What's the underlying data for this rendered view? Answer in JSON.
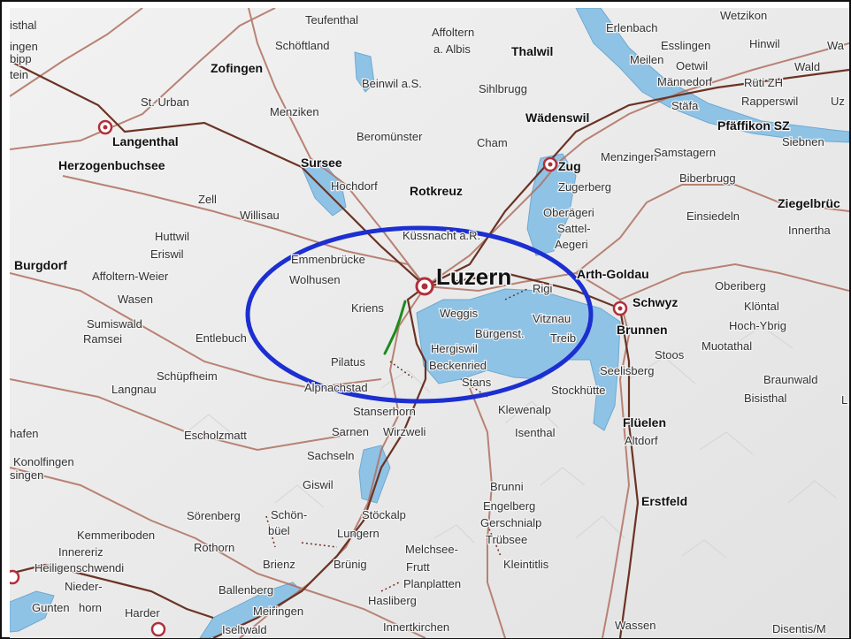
{
  "colors": {
    "terrain": "#ececec",
    "water": "#8fc3e6",
    "road": "#b07060",
    "rail": "#6b3324",
    "ellipse": "#1c2fd0",
    "route": "#1e8a1e"
  },
  "places": [
    {
      "id": "isthal",
      "name": "isthal",
      "bold": false
    },
    {
      "id": "ingen",
      "name": "ingen",
      "bold": false
    },
    {
      "id": "bipp",
      "name": "bipp",
      "bold": false
    },
    {
      "id": "tein",
      "name": "tein",
      "bold": false
    },
    {
      "id": "teufenthal",
      "name": "Teufenthal",
      "bold": false
    },
    {
      "id": "schoftland",
      "name": "Schöftland",
      "bold": false
    },
    {
      "id": "zofingen",
      "name": "Zofingen",
      "bold": true
    },
    {
      "id": "affoltern-albis",
      "name": "Affoltern",
      "bold": false
    },
    {
      "id": "affoltern-albis-2",
      "name": "a. Albis",
      "bold": false
    },
    {
      "id": "thalwil",
      "name": "Thalwil",
      "bold": true
    },
    {
      "id": "erlenbach",
      "name": "Erlenbach",
      "bold": false
    },
    {
      "id": "wetzikon",
      "name": "Wetzikon",
      "bold": false
    },
    {
      "id": "esslingen",
      "name": "Esslingen",
      "bold": false
    },
    {
      "id": "hinwil",
      "name": "Hinwil",
      "bold": false
    },
    {
      "id": "wa",
      "name": "Wa",
      "bold": false
    },
    {
      "id": "meilen",
      "name": "Meilen",
      "bold": false
    },
    {
      "id": "oetwil",
      "name": "Oetwil",
      "bold": false
    },
    {
      "id": "wald",
      "name": "Wald",
      "bold": false
    },
    {
      "id": "mannedorf",
      "name": "Männedorf",
      "bold": false
    },
    {
      "id": "ruti",
      "name": "Rüti ZH",
      "bold": false
    },
    {
      "id": "stafa",
      "name": "Stäfa",
      "bold": false
    },
    {
      "id": "rapperswil",
      "name": "Rapperswil",
      "bold": false
    },
    {
      "id": "uz",
      "name": "Uz",
      "bold": false
    },
    {
      "id": "pfaffikon",
      "name": "Pfäffikon SZ",
      "bold": true
    },
    {
      "id": "siebnen",
      "name": "Siebnen",
      "bold": false
    },
    {
      "id": "st-urban",
      "name": "St. Urban",
      "bold": false
    },
    {
      "id": "menziken",
      "name": "Menziken",
      "bold": false
    },
    {
      "id": "beinwil",
      "name": "Beinwil a.S.",
      "bold": false
    },
    {
      "id": "sihlbrugg",
      "name": "Sihlbrugg",
      "bold": false
    },
    {
      "id": "wadenswil",
      "name": "Wädenswil",
      "bold": true
    },
    {
      "id": "langenthal",
      "name": "Langenthal",
      "bold": true
    },
    {
      "id": "beromunster",
      "name": "Beromünster",
      "bold": false
    },
    {
      "id": "cham",
      "name": "Cham",
      "bold": false
    },
    {
      "id": "zug",
      "name": "Zug",
      "bold": true
    },
    {
      "id": "menzingen",
      "name": "Menzingen",
      "bold": false
    },
    {
      "id": "samstagern",
      "name": "Samstagern",
      "bold": false
    },
    {
      "id": "herzogenbuchsee",
      "name": "Herzogenbuchsee",
      "bold": true
    },
    {
      "id": "sursee",
      "name": "Sursee",
      "bold": true
    },
    {
      "id": "zugerberg",
      "name": "Zugerberg",
      "bold": false
    },
    {
      "id": "biberbrugg",
      "name": "Biberbrugg",
      "bold": false
    },
    {
      "id": "hochdorf",
      "name": "Hochdorf",
      "bold": false
    },
    {
      "id": "rotkreuz",
      "name": "Rotkreuz",
      "bold": true
    },
    {
      "id": "ziegelbruck",
      "name": "Ziegelbrüc",
      "bold": true
    },
    {
      "id": "zell",
      "name": "Zell",
      "bold": false
    },
    {
      "id": "oberageri",
      "name": "Oberägeri",
      "bold": false
    },
    {
      "id": "willisau",
      "name": "Willisau",
      "bold": false
    },
    {
      "id": "einsiedeln",
      "name": "Einsiedeln",
      "bold": false
    },
    {
      "id": "innerthal",
      "name": "Innertha",
      "bold": false
    },
    {
      "id": "sattel",
      "name": "Sattel-",
      "bold": false
    },
    {
      "id": "huttwil",
      "name": "Huttwil",
      "bold": false
    },
    {
      "id": "kussnacht",
      "name": "Küssnacht a.R.",
      "bold": false
    },
    {
      "id": "aegeri",
      "name": "Aegeri",
      "bold": false
    },
    {
      "id": "eriswil",
      "name": "Eriswil",
      "bold": false
    },
    {
      "id": "emmenbrucke",
      "name": "Emmenbrücke",
      "bold": false
    },
    {
      "id": "arth-goldau",
      "name": "Arth-Goldau",
      "bold": true
    },
    {
      "id": "burgdorf",
      "name": "Burgdorf",
      "bold": true
    },
    {
      "id": "luzern",
      "name": "Luzern",
      "bold": true
    },
    {
      "id": "affoltern-weier",
      "name": "Affoltern-Weier",
      "bold": false
    },
    {
      "id": "wolhusen",
      "name": "Wolhusen",
      "bold": false
    },
    {
      "id": "oberiberg",
      "name": "Oberiberg",
      "bold": false
    },
    {
      "id": "rigi",
      "name": "Rigi",
      "bold": false
    },
    {
      "id": "wasen",
      "name": "Wasen",
      "bold": false
    },
    {
      "id": "schwyz",
      "name": "Schwyz",
      "bold": true
    },
    {
      "id": "klontal",
      "name": "Klöntal",
      "bold": false
    },
    {
      "id": "kriens",
      "name": "Kriens",
      "bold": false
    },
    {
      "id": "weggis",
      "name": "Weggis",
      "bold": false
    },
    {
      "id": "vitznau",
      "name": "Vitznau",
      "bold": false
    },
    {
      "id": "hoch-ybrig",
      "name": "Hoch-Ybrig",
      "bold": false
    },
    {
      "id": "sumiswald",
      "name": "Sumiswald",
      "bold": false
    },
    {
      "id": "brunnen",
      "name": "Brunnen",
      "bold": true
    },
    {
      "id": "ramsei",
      "name": "Ramsei",
      "bold": false
    },
    {
      "id": "entlebuch",
      "name": "Entlebuch",
      "bold": false
    },
    {
      "id": "burgenst",
      "name": "Bürgenst.",
      "bold": false
    },
    {
      "id": "treib",
      "name": "Treib",
      "bold": false
    },
    {
      "id": "stoos",
      "name": "Stoos",
      "bold": false
    },
    {
      "id": "muotathal",
      "name": "Muotathal",
      "bold": false
    },
    {
      "id": "hergiswil",
      "name": "Hergiswil",
      "bold": false
    },
    {
      "id": "pilatus",
      "name": "Pilatus",
      "bold": false
    },
    {
      "id": "beckenried",
      "name": "Beckenried",
      "bold": false
    },
    {
      "id": "seelisberg",
      "name": "Seelisberg",
      "bold": false
    },
    {
      "id": "schupfheim",
      "name": "Schüpfheim",
      "bold": false
    },
    {
      "id": "braunwald",
      "name": "Braunwald",
      "bold": false
    },
    {
      "id": "langnau",
      "name": "Langnau",
      "bold": false
    },
    {
      "id": "alpnachstad",
      "name": "Alpnachstad",
      "bold": false
    },
    {
      "id": "stans",
      "name": "Stans",
      "bold": false
    },
    {
      "id": "stockhutte",
      "name": "Stockhütte",
      "bold": false
    },
    {
      "id": "bisisthal",
      "name": "Bisisthal",
      "bold": false
    },
    {
      "id": "l",
      "name": "L",
      "bold": false
    },
    {
      "id": "stanserhorn",
      "name": "Stanserhorn",
      "bold": false
    },
    {
      "id": "klewenalp",
      "name": "Klewenalp",
      "bold": false
    },
    {
      "id": "fluelen",
      "name": "Flüelen",
      "bold": true
    },
    {
      "id": "hafen",
      "name": "hafen",
      "bold": false
    },
    {
      "id": "escholzmatt",
      "name": "Escholzmatt",
      "bold": false
    },
    {
      "id": "sarnen",
      "name": "Sarnen",
      "bold": false
    },
    {
      "id": "wirzweli",
      "name": "Wirzweli",
      "bold": false
    },
    {
      "id": "isenthal",
      "name": "Isenthal",
      "bold": false
    },
    {
      "id": "altdorf",
      "name": "Altdorf",
      "bold": false
    },
    {
      "id": "konolfingen",
      "name": "Konolfingen",
      "bold": false
    },
    {
      "id": "sachseln",
      "name": "Sachseln",
      "bold": false
    },
    {
      "id": "singen",
      "name": "singen",
      "bold": false
    },
    {
      "id": "giswil",
      "name": "Giswil",
      "bold": false
    },
    {
      "id": "brunni",
      "name": "Brunni",
      "bold": false
    },
    {
      "id": "engelberg",
      "name": "Engelberg",
      "bold": false
    },
    {
      "id": "erstfeld",
      "name": "Erstfeld",
      "bold": true
    },
    {
      "id": "sorenberg",
      "name": "Sörenberg",
      "bold": false
    },
    {
      "id": "schon",
      "name": "Schön-",
      "bold": false
    },
    {
      "id": "stockalp",
      "name": "Stöckalp",
      "bold": false
    },
    {
      "id": "gerschnialp",
      "name": "Gerschnialp",
      "bold": false
    },
    {
      "id": "kemmeriboden",
      "name": "Kemmeriboden",
      "bold": false
    },
    {
      "id": "buel",
      "name": "büel",
      "bold": false
    },
    {
      "id": "lungern",
      "name": "Lungern",
      "bold": false
    },
    {
      "id": "trubsee",
      "name": "Trübsee",
      "bold": false
    },
    {
      "id": "innereriz",
      "name": "Innereriz",
      "bold": false
    },
    {
      "id": "rothorn",
      "name": "Rothorn",
      "bold": false
    },
    {
      "id": "melchsee",
      "name": "Melchsee-",
      "bold": false
    },
    {
      "id": "kleintitlis",
      "name": "Kleintitlis",
      "bold": false
    },
    {
      "id": "heiligenschwendi",
      "name": "Heiligenschwendi",
      "bold": false
    },
    {
      "id": "brienz",
      "name": "Brienz",
      "bold": false
    },
    {
      "id": "brunig",
      "name": "Brünig",
      "bold": false
    },
    {
      "id": "frutt",
      "name": "Frutt",
      "bold": false
    },
    {
      "id": "nieder",
      "name": "Nieder-",
      "bold": false
    },
    {
      "id": "planplatten",
      "name": "Planplatten",
      "bold": false
    },
    {
      "id": "ballenberg",
      "name": "Ballenberg",
      "bold": false
    },
    {
      "id": "gunten",
      "name": "Gunten",
      "bold": false
    },
    {
      "id": "horn",
      "name": "horn",
      "bold": false
    },
    {
      "id": "hasliberg",
      "name": "Hasliberg",
      "bold": false
    },
    {
      "id": "harder",
      "name": "Harder",
      "bold": false
    },
    {
      "id": "meiringen",
      "name": "Meiringen",
      "bold": false
    },
    {
      "id": "iseltwald",
      "name": "Iseltwald",
      "bold": false
    },
    {
      "id": "innertkirchen",
      "name": "Innertkirchen",
      "bold": false
    },
    {
      "id": "wassen",
      "name": "Wassen",
      "bold": false
    },
    {
      "id": "disentis",
      "name": "Disentis/M",
      "bold": false
    }
  ]
}
